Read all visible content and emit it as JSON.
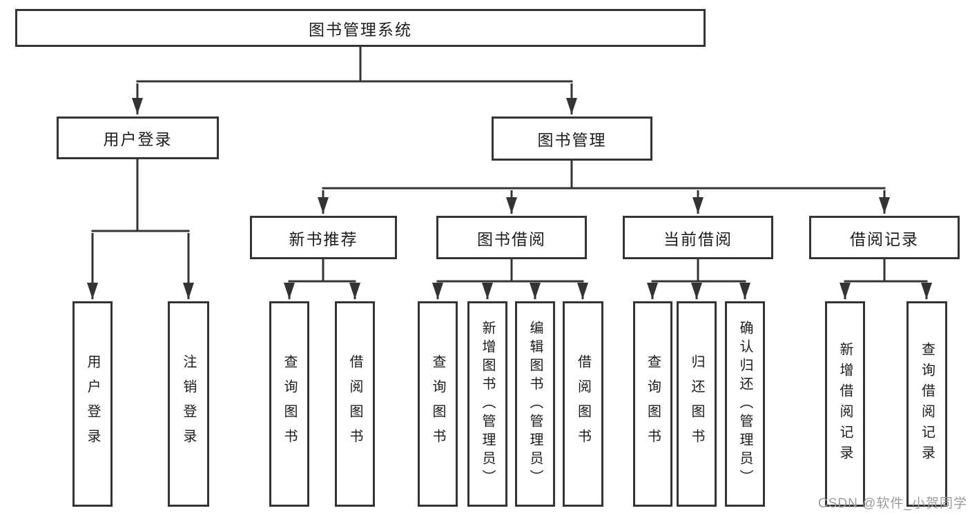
{
  "diagram": {
    "root": {
      "label": "图书管理系统"
    },
    "level2": [
      {
        "label": "用户登录"
      },
      {
        "label": "图书管理"
      }
    ],
    "level3": [
      {
        "label": "新书推荐"
      },
      {
        "label": "图书借阅"
      },
      {
        "label": "当前借阅"
      },
      {
        "label": "借阅记录"
      }
    ],
    "leaves": [
      {
        "label": "用户登录"
      },
      {
        "label": "注销登录"
      },
      {
        "label": "查询图书"
      },
      {
        "label": "借阅图书"
      },
      {
        "label": "查询图书"
      },
      {
        "label": "新增图书（管理员）"
      },
      {
        "label": "编辑图书（管理员）"
      },
      {
        "label": "借阅图书"
      },
      {
        "label": "查询图书"
      },
      {
        "label": "归还图书"
      },
      {
        "label": "确认归还（管理员）"
      },
      {
        "label": "新增借阅记录"
      },
      {
        "label": "查询借阅记录"
      }
    ],
    "watermark": "CSDN @软件_小贺同学",
    "colors": {
      "line": "#333333",
      "text": "#1c1c1c",
      "watermark": "#9c9c9c",
      "background": "#ffffff"
    }
  }
}
